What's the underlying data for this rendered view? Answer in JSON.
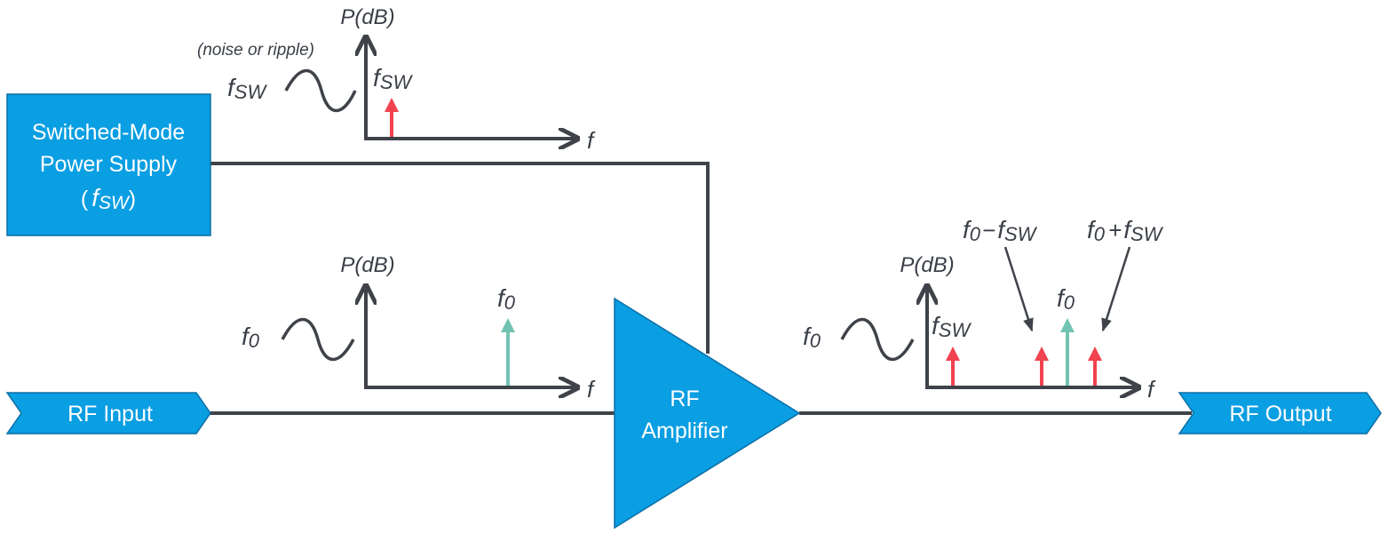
{
  "colors": {
    "block_fill": "#0a9ee2",
    "block_stroke": "#0c6fa6",
    "wire": "#3f4349",
    "spur": "#f0424f",
    "carrier": "#73c3b3"
  },
  "smps": {
    "line1": "Switched-Mode",
    "line2": "Power Supply",
    "paren_open": "(",
    "fsw": "f",
    "fsw_sub": "SW",
    "paren_close": ")"
  },
  "rf_input": {
    "label": "RF Input"
  },
  "rf_output": {
    "label": "RF Output"
  },
  "amplifier": {
    "line1": "RF",
    "line2": "Amplifier"
  },
  "spectrum_top": {
    "y_label": "P(dB)",
    "x_label": "f",
    "note": "(noise or ripple)",
    "source_main": "f",
    "source_sub": "SW",
    "peak_main": "f",
    "peak_sub": "SW"
  },
  "spectrum_mid": {
    "y_label": "P(dB)",
    "x_label": "f",
    "source_main": "f",
    "source_sub": "0",
    "peak_main": "f",
    "peak_sub": "0"
  },
  "spectrum_out": {
    "y_label": "P(dB)",
    "x_label": "f",
    "source_main": "f",
    "source_sub": "0",
    "fsw_main": "f",
    "fsw_sub": "SW",
    "carrier_main": "f",
    "carrier_sub": "0",
    "lower": {
      "a": "f",
      "a_sub": "0",
      "op": "−",
      "b": "f",
      "b_sub": "SW"
    },
    "upper": {
      "a": "f",
      "a_sub": "0",
      "op": "+",
      "b": "f",
      "b_sub": "SW"
    }
  }
}
